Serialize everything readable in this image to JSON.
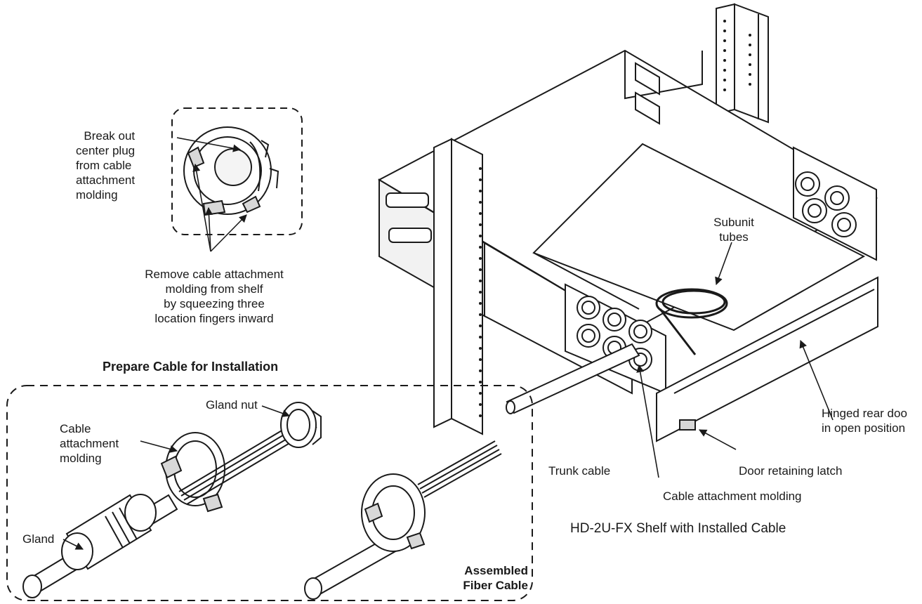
{
  "captions": {
    "prepare_title": "Prepare Cable for Installation",
    "shelf_title": "HD-2U-FX Shelf with Installed Cable",
    "assembled": [
      "Assembled",
      "Fiber Cable"
    ]
  },
  "callouts": {
    "break_out": [
      "Break out",
      "center plug",
      "from cable",
      "attachment",
      "molding"
    ],
    "remove": [
      "Remove cable attachment",
      "molding from shelf",
      "by squeezing three",
      "location fingers inward"
    ],
    "gland_nut": "Gland nut",
    "cable_attachment": [
      "Cable",
      "attachment",
      "molding"
    ],
    "gland": "Gland",
    "subunit": [
      "Subunit",
      "tubes"
    ],
    "hinged_door": [
      "Hinged rear doo",
      "in open position"
    ],
    "trunk_cable": "Trunk cable",
    "door_latch": "Door retaining latch",
    "cable_attachment_molding": "Cable attachment molding"
  }
}
